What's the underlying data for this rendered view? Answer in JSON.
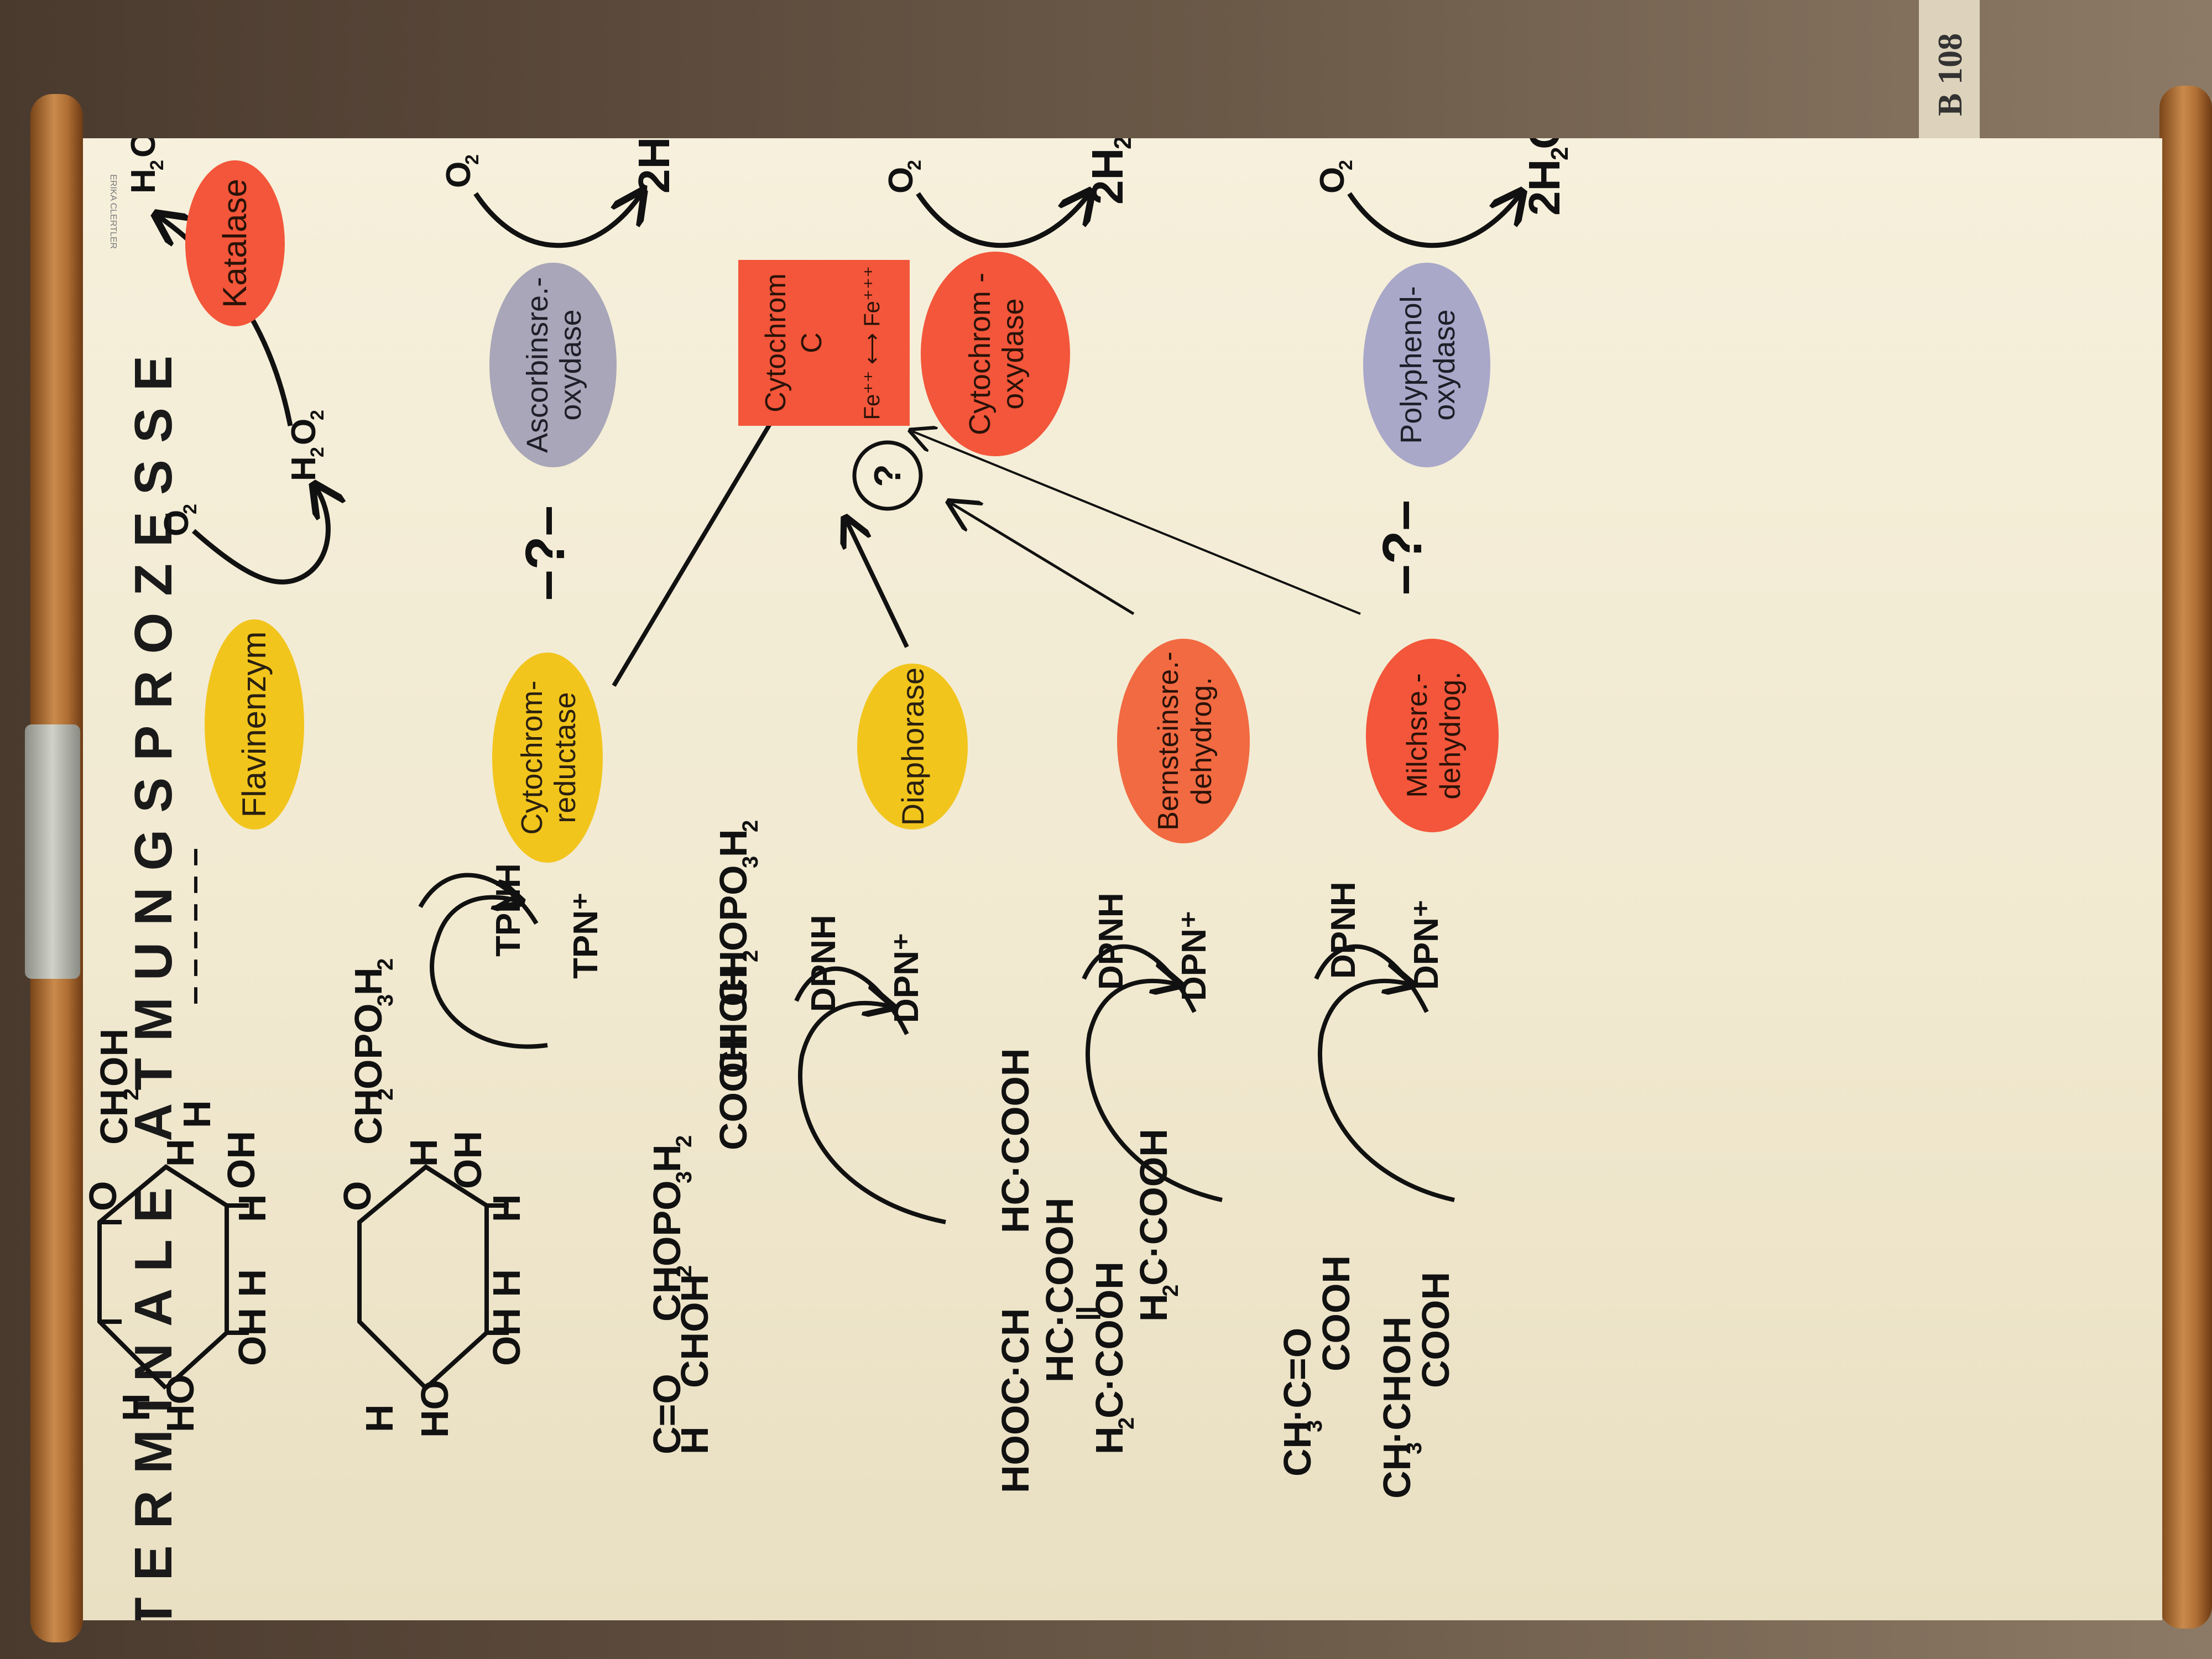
{
  "poster": {
    "title": "TERMINALE ATMUNGSPROZESSE",
    "publisher": "ERIKA CLERTLER",
    "shelf_label": "B 108"
  },
  "enzymes": {
    "katalase": "Katalase",
    "flavinenzym": "Flavinenzym",
    "ascorbin_line1": "Ascorbinsre.-",
    "ascorbin_line2": "oxydase",
    "cytochrom_reductase_line1": "Cytochrom-",
    "cytochrom_reductase_line2": "reductase",
    "diaphorase": "Diaphorase",
    "bernstein_line1": "Bernsteinsre.-",
    "bernstein_line2": "dehydrog.",
    "milchsre_line1": "Milchsre.-",
    "milchsre_line2": "dehydrog.",
    "cytochrom_oxydase_line1": "Cytochrom -",
    "cytochrom_oxydase_line2": "oxydase",
    "polyphenol_line1": "Polyphenol-",
    "polyphenol_line2": "oxydase",
    "cytochrom_c_line1": "Cytochrom",
    "cytochrom_c_line2": "C",
    "cytochrom_c_iron": "Fe⁺⁺ ⟷ Fe⁺⁺⁺"
  },
  "labels": {
    "unknown": "?",
    "unknown_dash": "–?–",
    "dashes": "– – – – – –"
  },
  "colors": {
    "yellow": "#f2c51d",
    "red": "#f3563a",
    "red_orange": "#f26a42",
    "grey": "#a8a6b8",
    "lavender": "#a9a8c9",
    "ink": "#111111"
  }
}
